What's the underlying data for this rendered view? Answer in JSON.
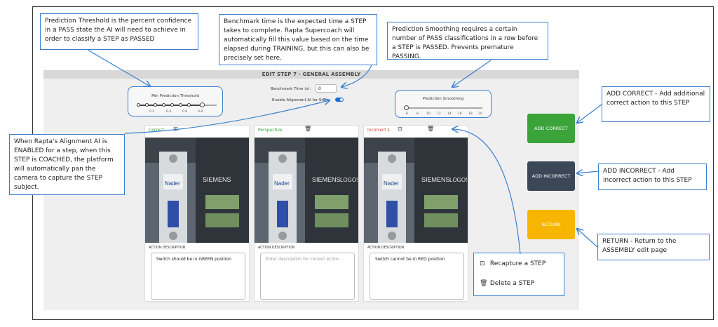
{
  "app": {
    "header_title": "EDIT STEP 7 - GENERAL ASSEMBLY",
    "min_threshold": {
      "title": "Min Prediction Threshold",
      "ticks": [
        "0.2",
        "0.4",
        "0.6",
        "0.8"
      ],
      "value": 0.8
    },
    "benchmark": {
      "label": "Benchmark Time (s):",
      "value": "0"
    },
    "alignment": {
      "label": "Enable Alignment AI for Step:",
      "enabled": true
    },
    "smoothing": {
      "title": "Prediction Smoothing",
      "ticks": [
        "6",
        "8",
        "10",
        "12",
        "14",
        "16",
        "18",
        "20"
      ],
      "value": 6
    },
    "cards": [
      {
        "title": "Correct",
        "title_color": "#3aa33a",
        "desc_label": "ACTION DESCRIPTION",
        "desc_value": "Switch should be in GREEN position",
        "placeholder": ""
      },
      {
        "title": "Perspective",
        "title_color": "#3aa33a",
        "desc_label": "ACTION DESCRIPTION",
        "desc_value": "",
        "placeholder": "Enter description for correct action..."
      },
      {
        "title": "Incorrect 1",
        "title_color": "#d33a2c",
        "desc_label": "ACTION DESCRIPTION",
        "desc_value": "Switch cannot be in RED position",
        "placeholder": ""
      }
    ],
    "buttons": {
      "add_correct": {
        "label": "ADD CORRECT",
        "color": "#3aa33a"
      },
      "add_incorrect": {
        "label": "ADD INCORRECT",
        "color": "#3b4656"
      },
      "return": {
        "label": "RETURN",
        "color": "#f7b500"
      }
    },
    "image_text": {
      "brand": "SIEMENS",
      "logo": "LOGO!",
      "switch_brand": "Nader"
    }
  },
  "callouts": {
    "threshold": "Prediction Threshold is the percent confidence in a PASS state the AI will need to achieve in order to classify a STEP as PASSED",
    "benchmark": "Benchmark time is the expected time a STEP takes to complete. Rapta Supercoach will automatically fill this value based on the time elapsed during TRAINING, but this can also be precisely set here.",
    "smoothing": "Prediction Smoothing requires a certain number of PASS classifications in a row before a STEP is PASSED. Prevents premature PASSING.",
    "alignment": "When Rapta's Alignment AI is ENABLED for a step, when this STEP is COACHED, the platform will automatically pan the camera to capture the STEP subject.",
    "add_correct": "ADD CORRECT - Add additional correct action to this STEP",
    "add_incorrect": "ADD INCORRECT - Add incorrect action to this STEP",
    "return": "RETURN - Return to the ASSEMBLY edit page"
  },
  "legend": {
    "recapture": {
      "icon": "crop-icon",
      "label": "Recapture a STEP"
    },
    "delete": {
      "icon": "trash-icon",
      "label": "Delete a STEP"
    }
  }
}
